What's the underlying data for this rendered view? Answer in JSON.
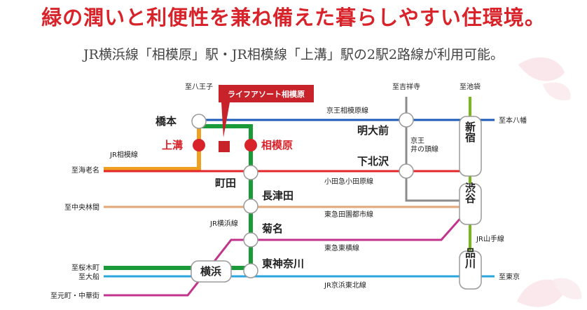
{
  "heading": {
    "title": "緑の潤いと利便性を兼ね備えた暮らしやすい住環境。",
    "subtitle": "JR横浜線「相模原」駅・JR相模線「上溝」駅の2駅2路線が利用可能。"
  },
  "map": {
    "callout": "ライフアソート相模原",
    "stations": {
      "hashimoto": "橋本",
      "kamimizo": "上溝",
      "sagamihara": "相模原",
      "machida": "町田",
      "nagatsuta": "長津田",
      "kikuna": "菊名",
      "higashikanagawa": "東神奈川",
      "yokohama": "横浜",
      "meidaimae": "明大前",
      "shimokitazawa": "下北沢",
      "shinjuku": "新宿",
      "shibuya": "渋谷",
      "shinagawa": "品川"
    },
    "destinations": {
      "hachioji": "至八王子",
      "kichijoji": "至吉祥寺",
      "ikebukuro": "至池袋",
      "motoyawata": "至本八幡",
      "ebina": "至海老名",
      "chuorinkan": "至中央林間",
      "sakuragicho": "至桜木町",
      "ofuna": "至大船",
      "motomachi": "至元町・中華街",
      "tokyo": "至東京"
    },
    "lines": {
      "keio_sagamihara": "京王相模原線",
      "sagami": "JR相模線",
      "inokashira": "京王\n井の頭線",
      "odakyu": "小田急小田原線",
      "denentoshi": "東急田園都市線",
      "yokohama_line": "JR横浜線",
      "toyoko": "東急東横線",
      "yamanote": "JR山手線",
      "keihin_tohoku": "JR京浜東北線"
    },
    "colors": {
      "title_red": "#d8232a",
      "keio": "#1e5bb8",
      "sagami_line": "#f0a020",
      "odakyu_line": "#e2262a",
      "denentoshi_line": "#e3a777",
      "yokohama_green": "#1b9a3a",
      "toyoko_line": "#c2348c",
      "inokashira_line": "#8c8c8c",
      "yamanote_line": "#79b81d",
      "keihin_tohoku_line": "#2aa6de"
    }
  }
}
